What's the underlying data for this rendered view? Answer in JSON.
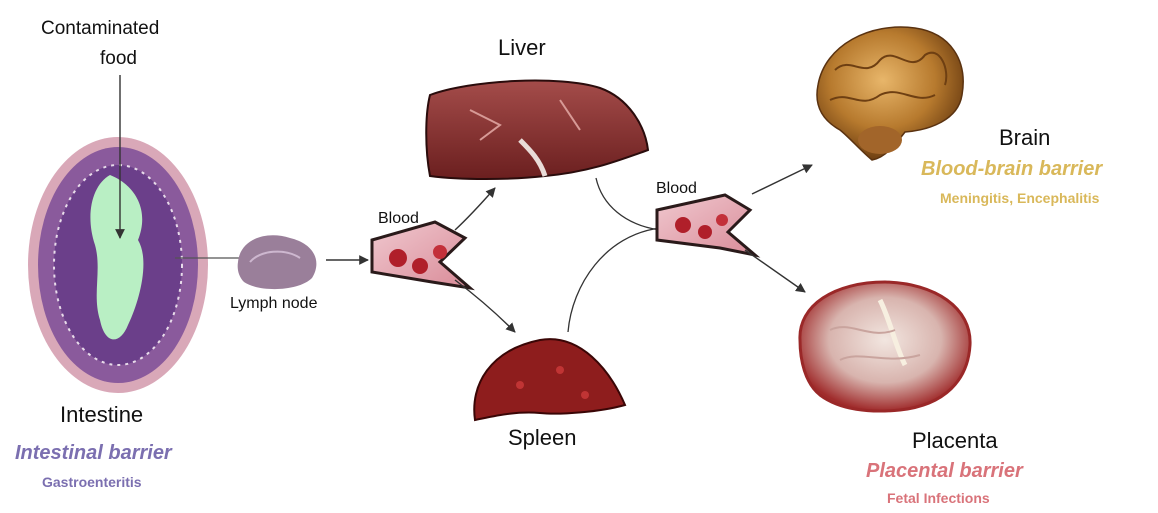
{
  "colors": {
    "intestine": "#7b6fb0",
    "brain": "#d9b85a",
    "placenta": "#d9737a",
    "arrow": "#333333"
  },
  "labels": {
    "contaminated": "Contaminated",
    "food": "food",
    "lymph_node": "Lymph node",
    "blood_left": "Blood",
    "blood_right": "Blood",
    "liver": "Liver",
    "spleen": "Spleen"
  },
  "intestine": {
    "name": "Intestine",
    "barrier": "Intestinal barrier",
    "disease": "Gastroenteritis"
  },
  "brain": {
    "name": "Brain",
    "barrier": "Blood-brain barrier",
    "disease": "Meningitis, Encephalitis"
  },
  "placenta": {
    "name": "Placenta",
    "barrier": "Placental barrier",
    "disease": "Fetal Infections"
  }
}
